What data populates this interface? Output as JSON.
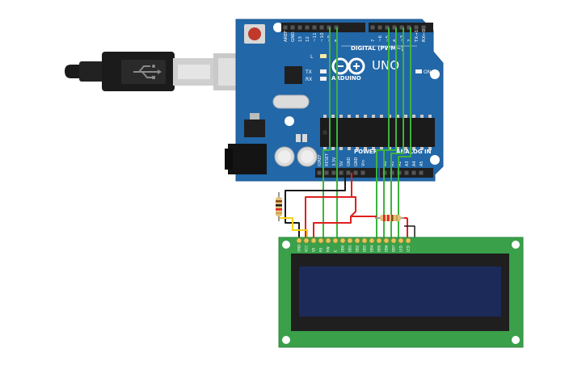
{
  "arduino": {
    "brand": "ARDUINO",
    "model": "UNO",
    "digital_header_label": "DIGITAL (PWM~)",
    "power_label": "POWER",
    "analog_label": "ANALOG IN",
    "led_l": "L",
    "led_tx": "TX",
    "led_rx": "RX",
    "led_on": "ON",
    "top_pins": [
      "AREF",
      "GND",
      "13",
      "12",
      "~11",
      "~10",
      "~9",
      "8",
      "7",
      "~6",
      "~5",
      "4",
      "~3",
      "2",
      "TX→1",
      "RX←0"
    ],
    "power_pins": [
      "IOREF",
      "RESET",
      "3.3V",
      "5V",
      "GND",
      "GND",
      "Vin"
    ],
    "analog_pins": [
      "A0",
      "A1",
      "A2",
      "A3",
      "A4",
      "A5"
    ]
  },
  "lcd": {
    "pins": [
      "GND",
      "VCC",
      "V0",
      "RS",
      "RW",
      "E",
      "DB0",
      "DB1",
      "DB2",
      "DB3",
      "DB4",
      "DB5",
      "DB6",
      "DB7",
      "LED",
      "LED"
    ]
  },
  "colors": {
    "board": "#2267a8",
    "wire_green": "#3cb43c",
    "wire_red": "#e01f1f",
    "wire_black": "#1a1a1a",
    "wire_yellow": "#f4d216",
    "lcd_pcb": "#3aa04a",
    "lcd_screen": "#1c2a5a"
  }
}
